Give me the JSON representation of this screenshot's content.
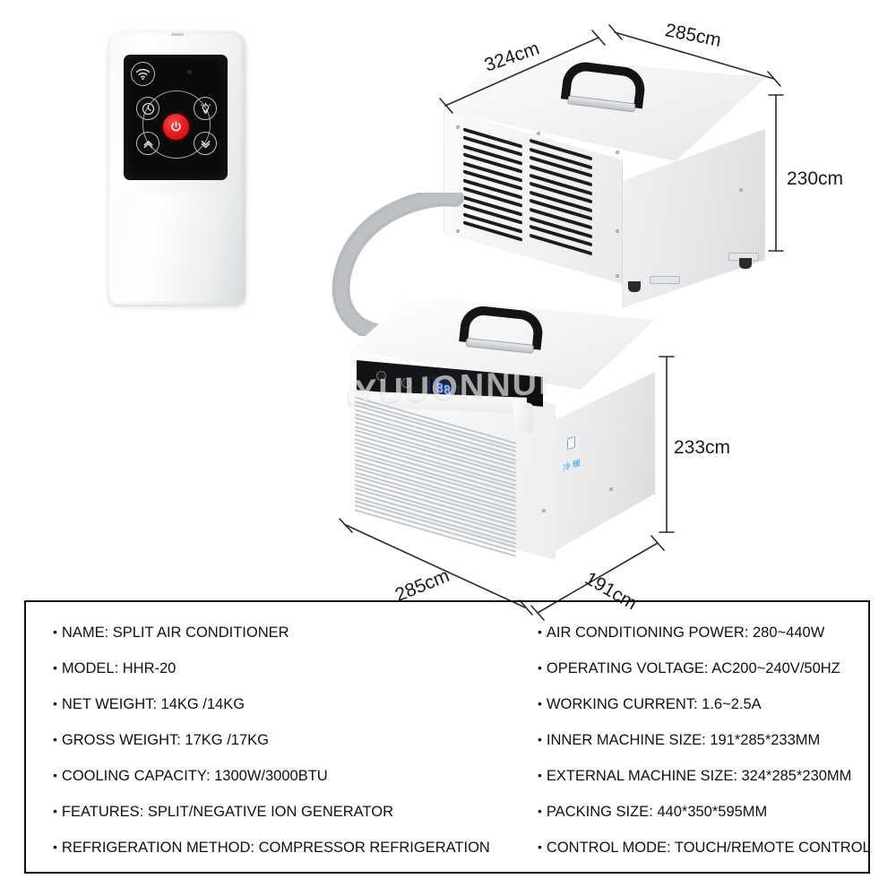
{
  "product": {
    "background_color": "#ffffff",
    "watermark_text": "YUUONNUI"
  },
  "remote": {
    "name": "remote-control",
    "buttons": [
      {
        "id": "wifi",
        "icon": "wifi-signal-icon",
        "color": "#b9bcc1"
      },
      {
        "id": "timer",
        "icon": "clock-timer-icon",
        "color": "#b9bcc1"
      },
      {
        "id": "light",
        "icon": "light-bulb-icon",
        "color": "#b9bcc1"
      },
      {
        "id": "power",
        "icon": "power-icon",
        "color": "#e0191d"
      },
      {
        "id": "up",
        "icon": "chevron-up-icon",
        "color": "#b9bcc1"
      },
      {
        "id": "down",
        "icon": "chevron-down-icon",
        "color": "#b9bcc1"
      }
    ]
  },
  "units": {
    "outdoor": {
      "label": "outdoor-unit",
      "display": ""
    },
    "indoor": {
      "label": "indoor-unit",
      "display_value": "88",
      "display_color": "#9fc0ff",
      "brand_mark": "冷暖"
    }
  },
  "dimensions": {
    "outdoor_depth": "324cm",
    "outdoor_width": "285cm",
    "outdoor_height": "230cm",
    "indoor_height": "233cm",
    "indoor_width": "285cm",
    "indoor_depth": "191cm"
  },
  "spec_box": {
    "border_color": "#111111",
    "left_column": [
      "NAME: SPLIT AIR CONDITIONER",
      "MODEL: HHR-20",
      "NET WEIGHT: 14KG /14KG",
      "GROSS WEIGHT: 17KG /17KG",
      "COOLING CAPACITY: 1300W/3000BTU",
      "FEATURES: SPLIT/NEGATIVE ION GENERATOR",
      "REFRIGERATION METHOD: COMPRESSOR REFRIGERATION"
    ],
    "right_column": [
      "AIR CONDITIONING POWER: 280~440W",
      "OPERATING VOLTAGE: AC200~240V/50HZ",
      "WORKING CURRENT: 1.6~2.5A",
      "INNER MACHINE SIZE: 191*285*233MM",
      "EXTERNAL MACHINE SIZE: 324*285*230MM",
      "PACKING SIZE: 440*350*595MM",
      "CONTROL MODE: TOUCH/REMOTE CONTROL"
    ]
  }
}
